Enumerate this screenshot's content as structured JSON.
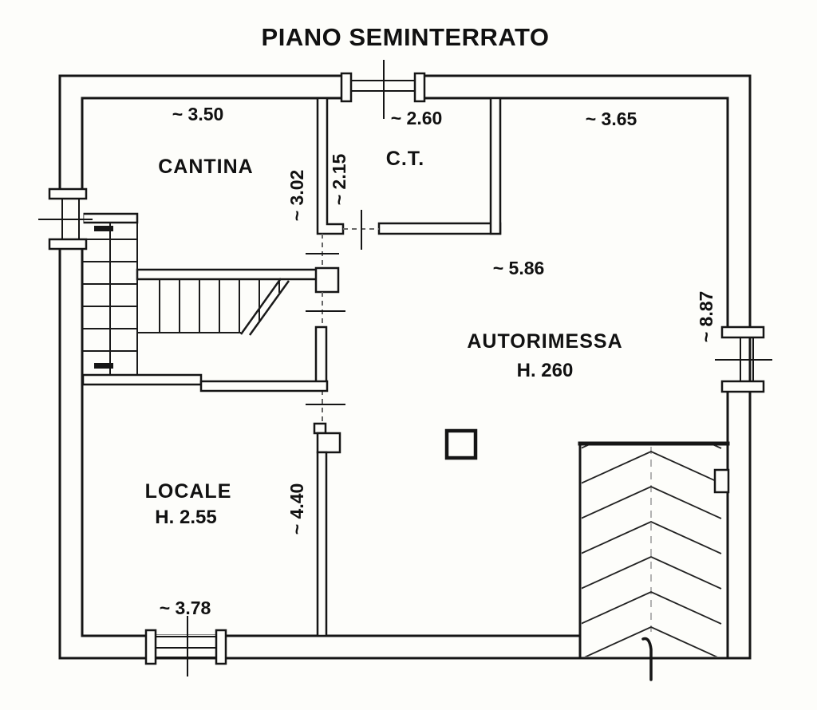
{
  "title": "PIANO SEMINTERRATO",
  "labels": {
    "dim_cantina_w": "~ 3.50",
    "room_cantina": "CANTINA",
    "dim_ct_w": "~ 2.60",
    "room_ct": "C.T.",
    "dim_ct_h": "~ 2.15",
    "dim_partition_h": "~ 3.02",
    "dim_autorimessa_w": "~ 3.65",
    "dim_autorimessa_inner_w": "~ 5.86",
    "room_autorimessa": "AUTORIMESSA",
    "autorimessa_height": "H. 260",
    "dim_autorimessa_depth": "~ 8.87",
    "room_locale": "LOCALE",
    "locale_height": "H. 2.55",
    "dim_locale_depth": "~ 4.40",
    "dim_locale_w": "~ 3.78"
  },
  "colors": {
    "paper": "#fdfdfa",
    "line": "#151515",
    "door_dash": "#666666",
    "ramp_centerline": "#9a9a9a"
  }
}
